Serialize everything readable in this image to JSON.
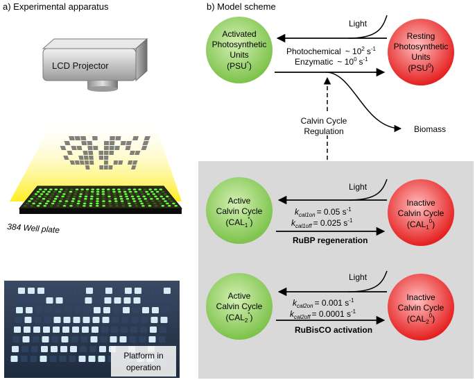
{
  "panel_a": {
    "title": "a) Experimental apparatus",
    "projector_label": "LCD Projector",
    "plate_label": "384 Well plate",
    "photo_label_line1": "Platform in",
    "photo_label_line2": "operation"
  },
  "panel_b": {
    "title": "b) Model scheme",
    "psu_active": [
      "Activated",
      "Photosynthetic",
      "Units",
      "(PSU",
      "*",
      ")"
    ],
    "psu_resting": [
      "Resting",
      "Photosynthetic",
      "Units",
      "(PSU",
      "0",
      ")"
    ],
    "light": "Light",
    "photochemical": "Photochemical",
    "photochemical_rate": "~ 10",
    "photochemical_exp": "2",
    "enzymatic": "Enzymatic",
    "enzymatic_rate": "~ 10",
    "enzymatic_exp": "0",
    "rate_unit": "s",
    "rate_unit_exp": "-1",
    "calvin_reg_line1": "Calvin Cycle",
    "calvin_reg_line2": "Regulation",
    "biomass": "Biomass",
    "cal1": {
      "active": [
        "Active",
        "Calvin Cycle",
        "(CAL",
        "1",
        "*",
        ")"
      ],
      "inactive": [
        "Inactive",
        "Calvin Cycle",
        "(CAL",
        "1",
        "0",
        ")"
      ],
      "light": "Light",
      "kon_k": "k",
      "kon_sub": "cal1on",
      "kon_val": "= 0.05 s",
      "koff_k": "k",
      "koff_sub": "cal1off",
      "koff_val": "= 0.025 s",
      "exp": "-1",
      "process": "RuBP regeneration"
    },
    "cal2": {
      "active": [
        "Active",
        "Calvin Cycle",
        "(CAL",
        "2",
        "*",
        ")"
      ],
      "inactive": [
        "Inactive",
        "Calvin Cycle",
        "(CAL",
        "2",
        "0",
        ")"
      ],
      "light": "Light",
      "kon_k": "k",
      "kon_sub": "cal2on",
      "kon_val": "= 0.001 s",
      "koff_k": "k",
      "koff_sub": "cal2off",
      "koff_val": "= 0.0001 s",
      "exp": "-1",
      "process": "RuBisCO activation"
    }
  },
  "colors": {
    "green_center": "#c6eaa0",
    "green_edge": "#79c043",
    "red_center": "#ffb0b0",
    "red_edge": "#e82020",
    "gray_panel": "#d9d9d9",
    "light_yellow": "#fff35a"
  }
}
